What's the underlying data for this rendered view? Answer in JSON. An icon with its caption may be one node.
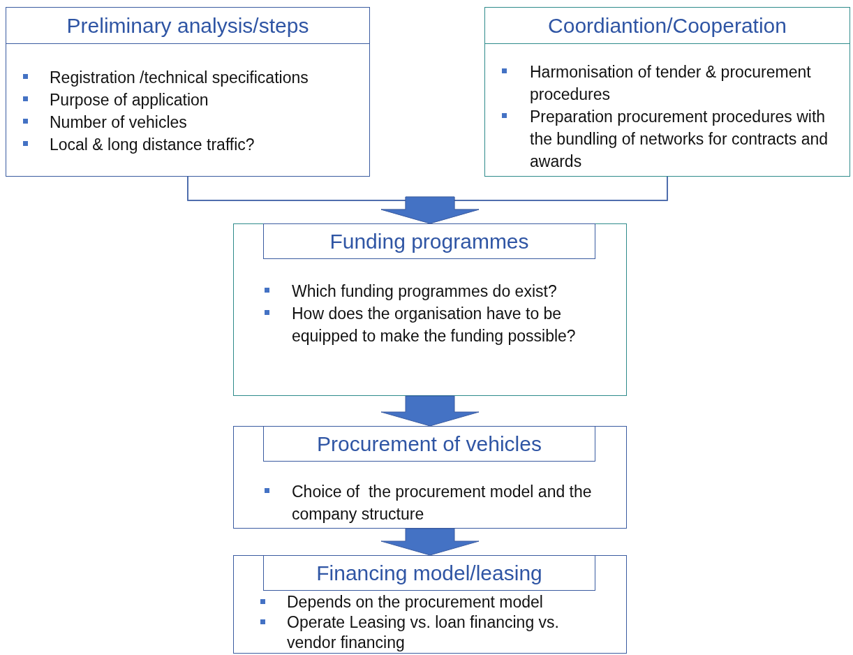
{
  "diagram": {
    "nodes": [
      {
        "text": [
          "Registration /technical specifications",
          "Purpose of application",
          "Number of vehicles",
          "Local & long distance traffic?"
        ]
      },
      {
        "text": [
          "Preliminary analysis/steps"
        ],
        "in": 0
      },
      {
        "text": [
          "Harmonisation of tender & procurement procedures",
          "Preparation procurement procedures with the bundling of networks for contracts and awards"
        ]
      },
      {
        "text": [
          "Coordiantion/Cooperation"
        ],
        "in": 2
      },
      {
        "text": [
          "Which funding programmes do exist?",
          "How does the organisation have to be equipped to make the funding possible?"
        ]
      },
      {
        "text": [
          "Funding programmes"
        ],
        "in": 4
      },
      {
        "text": [
          "Choice of  the procurement model and the company structure"
        ]
      },
      {
        "text": [
          "Procurement of vehicles"
        ],
        "in": 6
      },
      {
        "text": [
          "Depends on the procurement model",
          "Operate Leasing vs. loan financing vs. vendor financing"
        ]
      },
      {
        "text": [
          "Financing model/leasing"
        ],
        "in": 8
      }
    ],
    "edges": [
      {
        "from": 0,
        "to": 4,
        "arrow": "to"
      },
      {
        "from": 2,
        "to": 4,
        "arrow": "to"
      },
      {
        "from": 4,
        "to": 6,
        "arrow": "to"
      },
      {
        "from": 6,
        "to": 8,
        "arrow": "to"
      }
    ]
  }
}
